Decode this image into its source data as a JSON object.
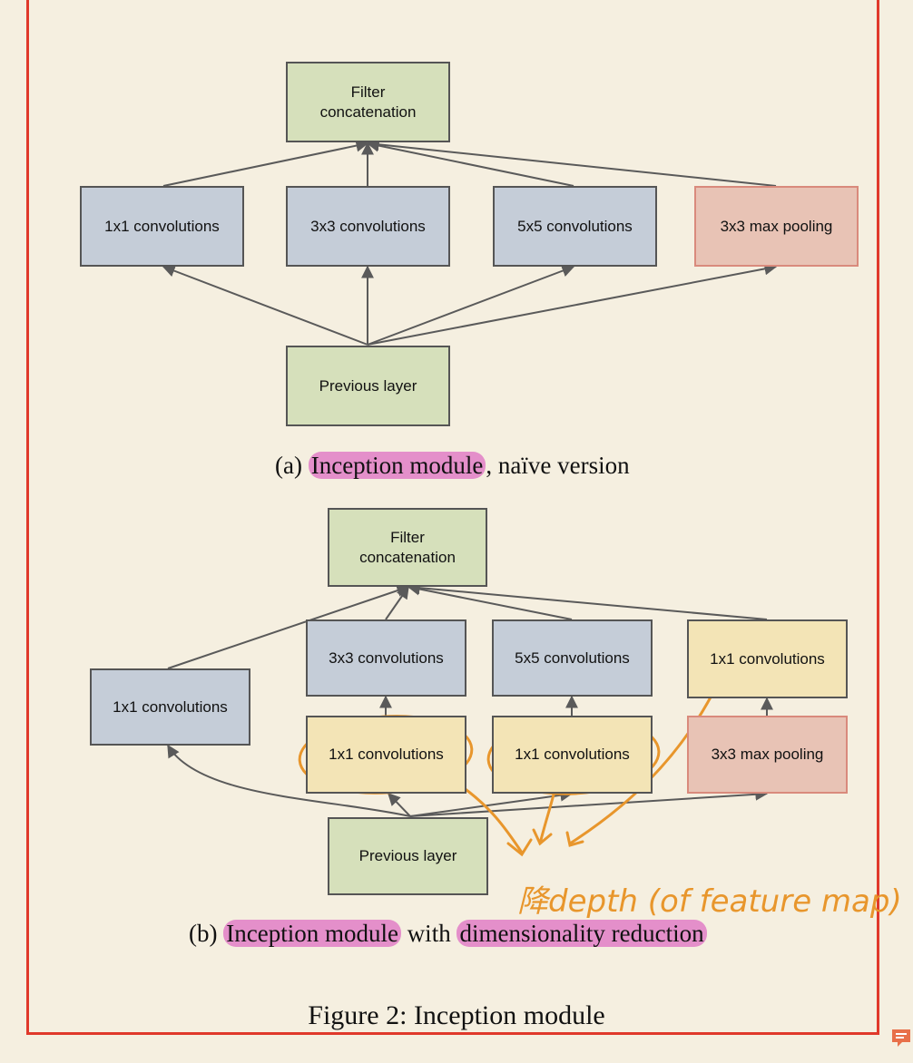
{
  "figure_caption": "Figure 2: Inception module",
  "diagram_a": {
    "caption_prefix": "(a)",
    "caption_highlight": "Inception module",
    "caption_suffix": ", naïve version",
    "nodes": {
      "concat": "Filter\nconcatenation",
      "conv1x1": "1x1 convolutions",
      "conv3x3": "3x3 convolutions",
      "conv5x5": "5x5 convolutions",
      "maxpool": "3x3 max pooling",
      "previous": "Previous layer"
    }
  },
  "diagram_b": {
    "caption_prefix": "(b)",
    "caption_highlight_1": "Inception module",
    "caption_middle": "with",
    "caption_highlight_2": "dimensionality reduction",
    "nodes": {
      "concat": "Filter\nconcatenation",
      "conv1x1_left": "1x1 convolutions",
      "conv3x3": "3x3 convolutions",
      "conv5x5": "5x5 convolutions",
      "conv1x1_top_right": "1x1 convolutions",
      "reduce_3x3": "1x1 convolutions",
      "reduce_5x5": "1x1 convolutions",
      "maxpool": "3x3 max pooling",
      "previous": "Previous layer"
    }
  },
  "annotation": {
    "handwritten_note": "降depth (of feature map)",
    "ink_color": "#e8962c"
  },
  "colors": {
    "border": "#e0392b",
    "highlight": "#e48fca",
    "background": "#f5efe0"
  },
  "icons": {
    "note": "note-icon"
  }
}
